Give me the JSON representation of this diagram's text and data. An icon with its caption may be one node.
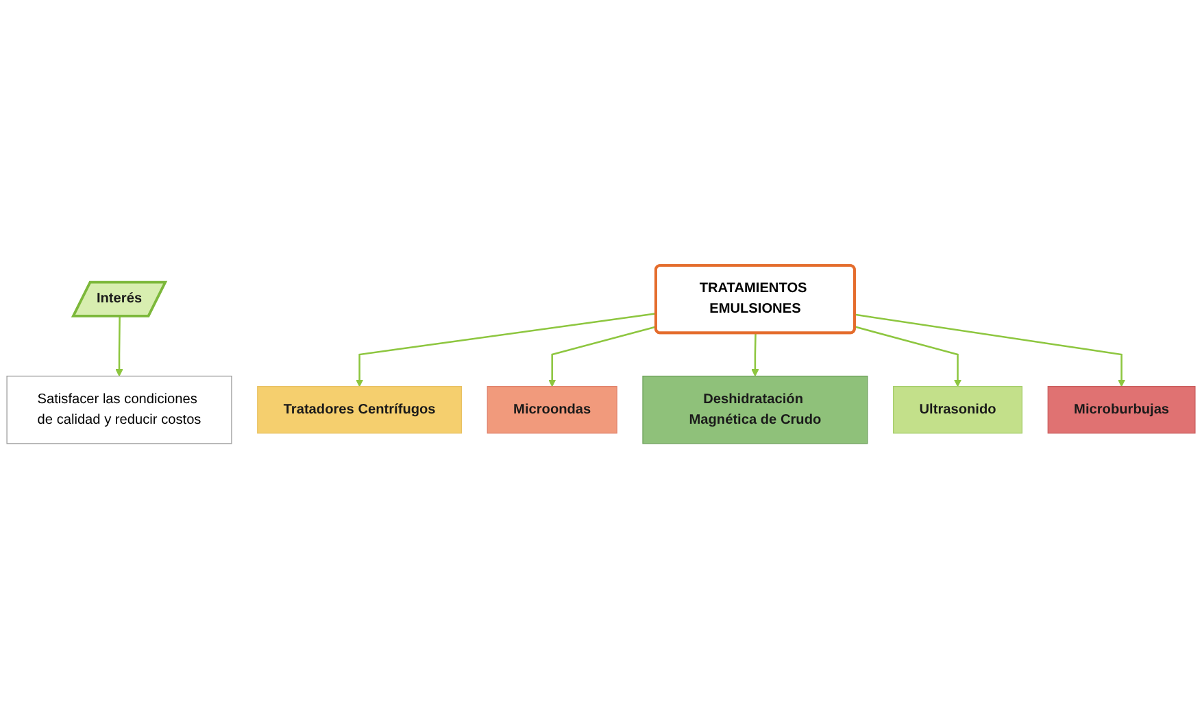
{
  "diagram": {
    "nodes": [
      {
        "text": [
          "Interés"
        ]
      },
      {
        "text": [
          "Satisfacer las condiciones de calidad y reducir costos"
        ]
      },
      {
        "text": [
          "TRATAMIENTOS EMULSIONES"
        ]
      },
      {
        "text": [
          "Tratadores Centrífugos"
        ]
      },
      {
        "text": [
          "Microondas"
        ]
      },
      {
        "text": [
          "Deshidratación Magnética de Crudo"
        ]
      },
      {
        "text": [
          "Ultrasonido"
        ]
      },
      {
        "text": [
          "Microburbujas"
        ]
      }
    ],
    "edges": [
      {
        "from": 0,
        "to": 1,
        "arrow": "to"
      },
      {
        "from": 2,
        "to": 3,
        "arrow": "to"
      },
      {
        "from": 2,
        "to": 4,
        "arrow": "to"
      },
      {
        "from": 2,
        "to": 5,
        "arrow": "to"
      },
      {
        "from": 2,
        "to": 6,
        "arrow": "to"
      },
      {
        "from": 2,
        "to": 7,
        "arrow": "to"
      }
    ]
  }
}
